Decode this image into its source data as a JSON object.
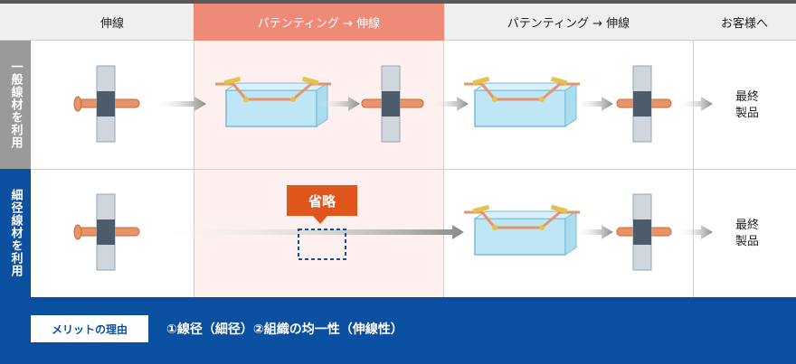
{
  "header": {
    "col1": "伸線",
    "col2": "パテンティング → 伸線",
    "col3": "パテンティング → 伸線",
    "col4": "お客様へ"
  },
  "rows": {
    "row1_label": "一般線材を利用",
    "row2_label": "細径線材を利用"
  },
  "product": {
    "row1_line1": "最終",
    "row1_line2": "製品",
    "row2_line1": "最終",
    "row2_line2": "製品"
  },
  "omit_label": "省略",
  "footer": {
    "button_label": "メリットの理由",
    "reason_text": "①線径（細径）②組織の均一性（伸線性）"
  },
  "colors": {
    "header_highlight": "#f08a78",
    "pink_column": "#fdf0ef",
    "blue": "#0b4fa0",
    "row1_label_bg": "#9a9a9a",
    "omit_orange": "#e0551c",
    "wire": "#e8946a",
    "tank": "#bfe6f5"
  },
  "icons": [
    "drawing-die-icon",
    "patenting-tank-icon",
    "arrow-right-icon",
    "omitted-step-dashed-box"
  ]
}
